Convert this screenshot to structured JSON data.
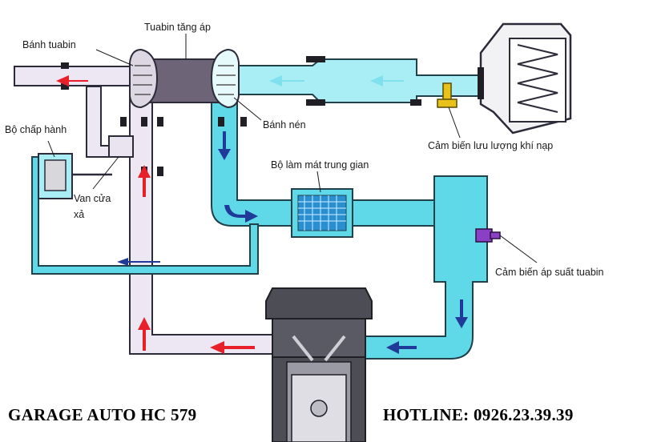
{
  "labels": {
    "turbine_wheel": "Bánh tuabin",
    "turbocharger": "Tuabin tăng áp",
    "compressor_wheel": "Bánh nén",
    "actuator": "Bộ chấp hành",
    "wastegate_line1": "Van cửa",
    "wastegate_line2": "xả",
    "intercooler": "Bộ làm mát trung gian",
    "airflow_sensor": "Cảm biến lưu lượng khí nạp",
    "boost_sensor": "Cảm biến áp suất tuabin"
  },
  "footer": {
    "garage": "GARAGE AUTO HC 579",
    "hotline": "HOTLINE: 0926.23.39.39"
  },
  "colors": {
    "intake_air": "#a9eef5",
    "intake_dark": "#5fd8e8",
    "exhaust_path": "#ece7f3",
    "exhaust_arrow": "#e8202a",
    "intake_arrow_light": "#7fe0ee",
    "intake_arrow_dark": "#1f3a99",
    "sensor_yellow": "#e8c21a",
    "sensor_purple": "#8a3fc4",
    "engine_gray": "#4d4d56"
  }
}
